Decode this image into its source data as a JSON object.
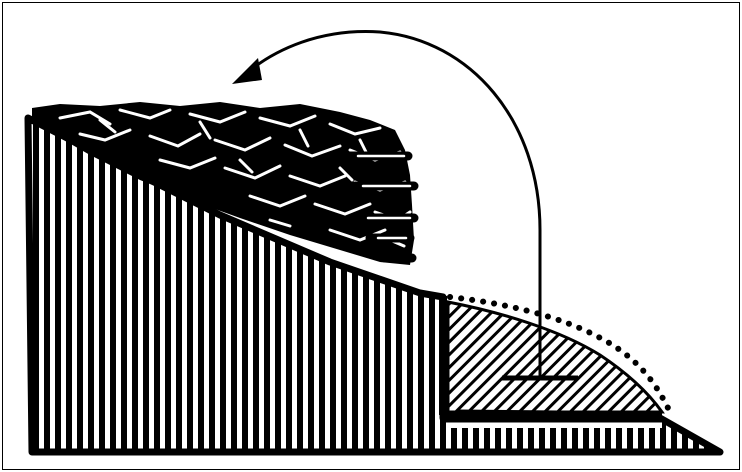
{
  "figure": {
    "colors": {
      "ink": "#000000",
      "paper": "#ffffff"
    },
    "elements": [
      "terrain-slope",
      "vegetation-debris",
      "excavated-step",
      "hatched-fill-area",
      "dotted-original-profile",
      "curved-transfer-arrow"
    ]
  }
}
